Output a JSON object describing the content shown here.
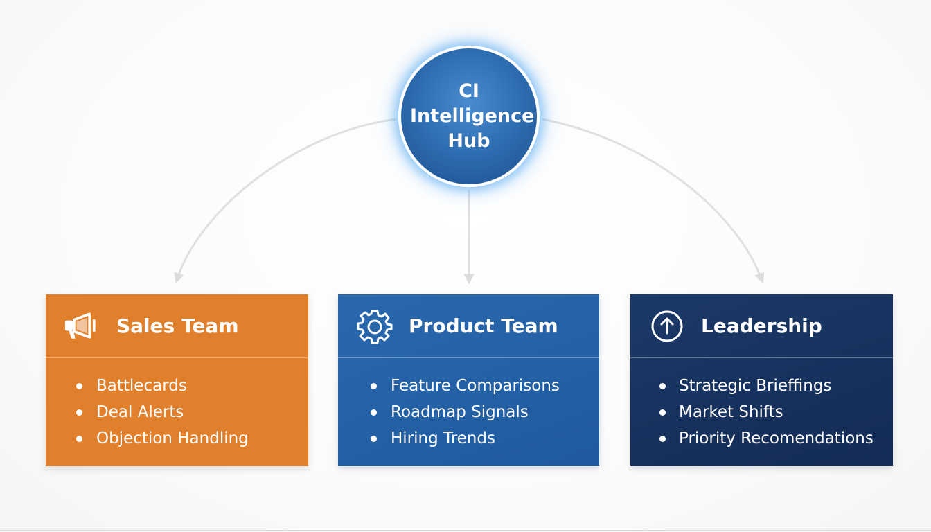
{
  "hub": {
    "title": "CI\nIntelligence\nHub"
  },
  "teams": [
    {
      "title": "Sales Team",
      "icon": "megaphone-icon",
      "color": "#e07f2c",
      "items": [
        "Battlecards",
        "Deal Alerts",
        "Objection Handling"
      ]
    },
    {
      "title": "Product Team",
      "icon": "gear-icon",
      "color": "#2563a8",
      "items": [
        "Feature Comparisons",
        "Roadmap Signals",
        "Hiring Trends"
      ]
    },
    {
      "title": "Leadership",
      "icon": "arrow-up-circle-icon",
      "color": "#17315d",
      "items": [
        "Strategic Brieffings",
        "Market Shifts",
        "Priority Recomendations"
      ]
    }
  ],
  "colors": {
    "hub": "#2f6fb3",
    "hub_glow": "#5aaaf0",
    "connector": "#dcdcdc"
  }
}
